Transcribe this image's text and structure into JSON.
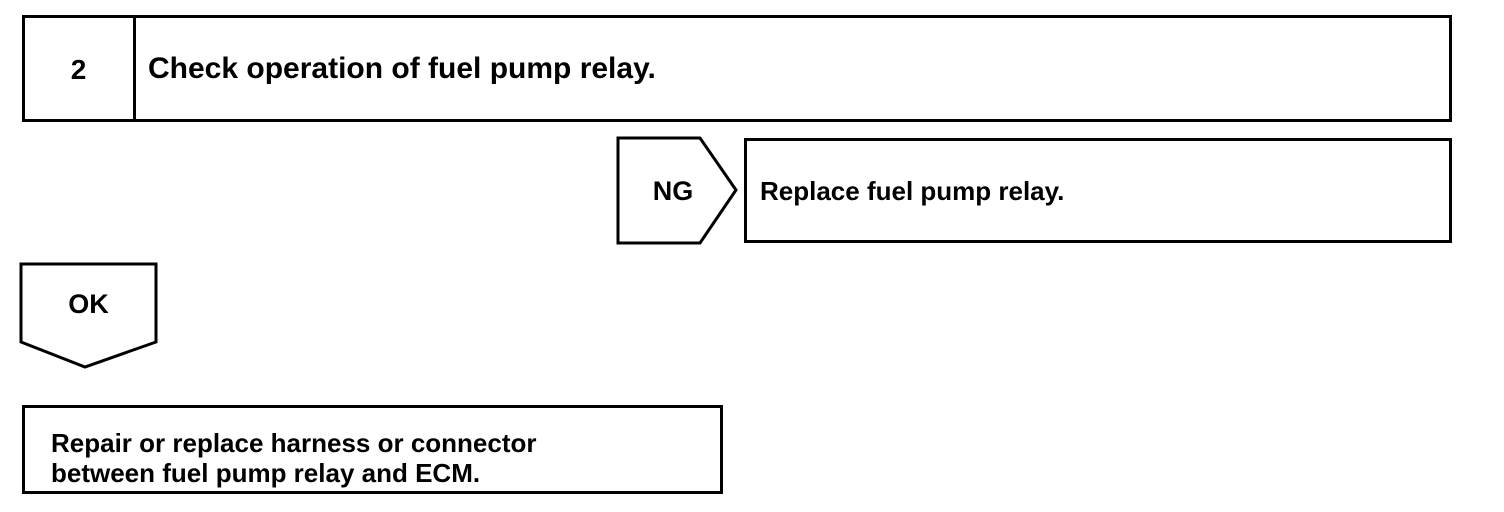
{
  "step": {
    "number": "2",
    "title": "Check operation of fuel pump relay."
  },
  "ng_branch": {
    "label": "NG",
    "action": "Replace fuel pump relay."
  },
  "ok_branch": {
    "label": "OK",
    "action_line1": "Repair or replace harness or connector",
    "action_line2": "between fuel pump relay and ECM."
  }
}
